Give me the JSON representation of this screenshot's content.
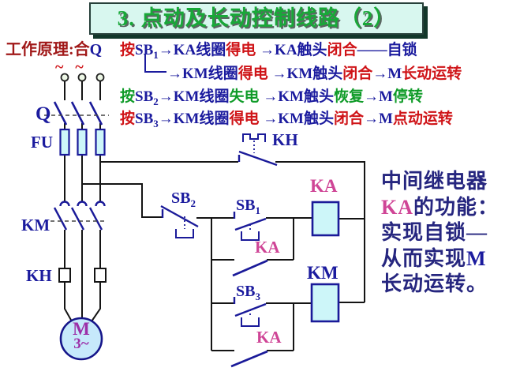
{
  "title": {
    "text": "3. 点动及长动控制线路（2）"
  },
  "principle": {
    "heading": [
      {
        "t": "工作原理:合",
        "c": "maroon"
      },
      {
        "t": "Q",
        "c": "navy"
      }
    ],
    "line1": [
      {
        "t": "按",
        "c": "red"
      },
      {
        "t": "SB",
        "c": "navy"
      },
      {
        "t": "1",
        "c": "navy",
        "sub": true
      },
      {
        "t": "→KA线圈",
        "c": "navy"
      },
      {
        "t": "得电",
        "c": "red"
      },
      {
        "t": " →KA触头",
        "c": "navy"
      },
      {
        "t": "闭合",
        "c": "red"
      },
      {
        "t": "——自锁",
        "c": "navy"
      }
    ],
    "line2": [
      {
        "t": "→KM线圈",
        "c": "navy"
      },
      {
        "t": "得电",
        "c": "red"
      },
      {
        "t": " →KM触头",
        "c": "navy"
      },
      {
        "t": "闭合",
        "c": "red"
      },
      {
        "t": "→M",
        "c": "navy"
      },
      {
        "t": "长动运转",
        "c": "red"
      }
    ],
    "line3": [
      {
        "t": "按",
        "c": "green"
      },
      {
        "t": "SB",
        "c": "navy"
      },
      {
        "t": "2",
        "c": "navy",
        "sub": true
      },
      {
        "t": "→KM线圈",
        "c": "navy"
      },
      {
        "t": "失电",
        "c": "green"
      },
      {
        "t": " →KM触头",
        "c": "navy"
      },
      {
        "t": "恢复",
        "c": "green"
      },
      {
        "t": "→M",
        "c": "navy"
      },
      {
        "t": "停转",
        "c": "green"
      }
    ],
    "line4": [
      {
        "t": "按",
        "c": "red"
      },
      {
        "t": "SB",
        "c": "navy"
      },
      {
        "t": "3",
        "c": "navy",
        "sub": true
      },
      {
        "t": "→KM线圈",
        "c": "navy"
      },
      {
        "t": "得电",
        "c": "red"
      },
      {
        "t": " →KM触头",
        "c": "navy"
      },
      {
        "t": "闭合",
        "c": "red"
      },
      {
        "t": "→M",
        "c": "navy"
      },
      {
        "t": "点动运转",
        "c": "red"
      }
    ]
  },
  "note": {
    "line1": [
      {
        "t": "中间继电器",
        "c": "note"
      }
    ],
    "line2": [
      {
        "t": "KA",
        "c": "pink"
      },
      {
        "t": "的功能：",
        "c": "note"
      }
    ],
    "line3": [
      {
        "t": "实现自锁—",
        "c": "note"
      }
    ],
    "line4": [
      {
        "t": "从而实现",
        "c": "note"
      },
      {
        "t": "M",
        "c": "navy"
      }
    ],
    "line5": [
      {
        "t": "长动运转。",
        "c": "note"
      }
    ]
  },
  "circuit": {
    "supply_tildes": "~ ~",
    "q": "Q",
    "fu": "FU",
    "km_main": "KM",
    "kh_main": "KH",
    "motor": {
      "letter": "M",
      "phase": "3~"
    },
    "kh_ctrl": "KH",
    "sb1": {
      "base": "SB",
      "sub": "1"
    },
    "sb2": {
      "base": "SB",
      "sub": "2"
    },
    "sb3": {
      "base": "SB",
      "sub": "3"
    },
    "ka_coil": "KA",
    "km_coil": "KM",
    "ka_contact_upper": "KA",
    "ka_contact_lower": "KA"
  },
  "colors": {
    "navy_text": "#1b1b9e",
    "red_text": "#cf1418",
    "green_text": "#0f9b28",
    "maroon_text": "#a01818",
    "pink_label": "#cf4596",
    "note_text": "#26267f",
    "motor_text": "#9c2fa8",
    "wire": "#141414",
    "symbol": "#1a1a99",
    "coil_fill": "#cdf6f9",
    "motor_fill": "#c6e9fb",
    "title_green": "#18a838",
    "title_bg": "#d8f7ef"
  }
}
